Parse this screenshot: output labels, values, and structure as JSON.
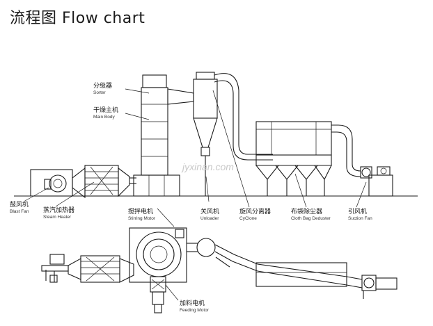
{
  "title": "流程图 Flow chart",
  "watermark": "jyxinan.com",
  "labels": {
    "sorter": {
      "zh": "分级器",
      "en": "Sorter"
    },
    "main_body": {
      "zh": "干燥主机",
      "en": "Main Body"
    },
    "blast_fan": {
      "zh": "鼓风机",
      "en": "Blast Fan"
    },
    "steam_heater": {
      "zh": "蒸汽加热器",
      "en": "Steam Heater"
    },
    "stirring_motor": {
      "zh": "搅拌电机",
      "en": "Stirring Motor"
    },
    "unloader": {
      "zh": "关风机",
      "en": "Unloader"
    },
    "cyclone": {
      "zh": "旋风分离器",
      "en": "CyClone"
    },
    "cloth_bag_deduster": {
      "zh": "布袋除尘器",
      "en": "Cloth Bag Deduster"
    },
    "suction_fan": {
      "zh": "引风机",
      "en": "Suction Fan"
    },
    "feeding_motor": {
      "zh": "加料电机",
      "en": "Feeding Motor"
    }
  }
}
